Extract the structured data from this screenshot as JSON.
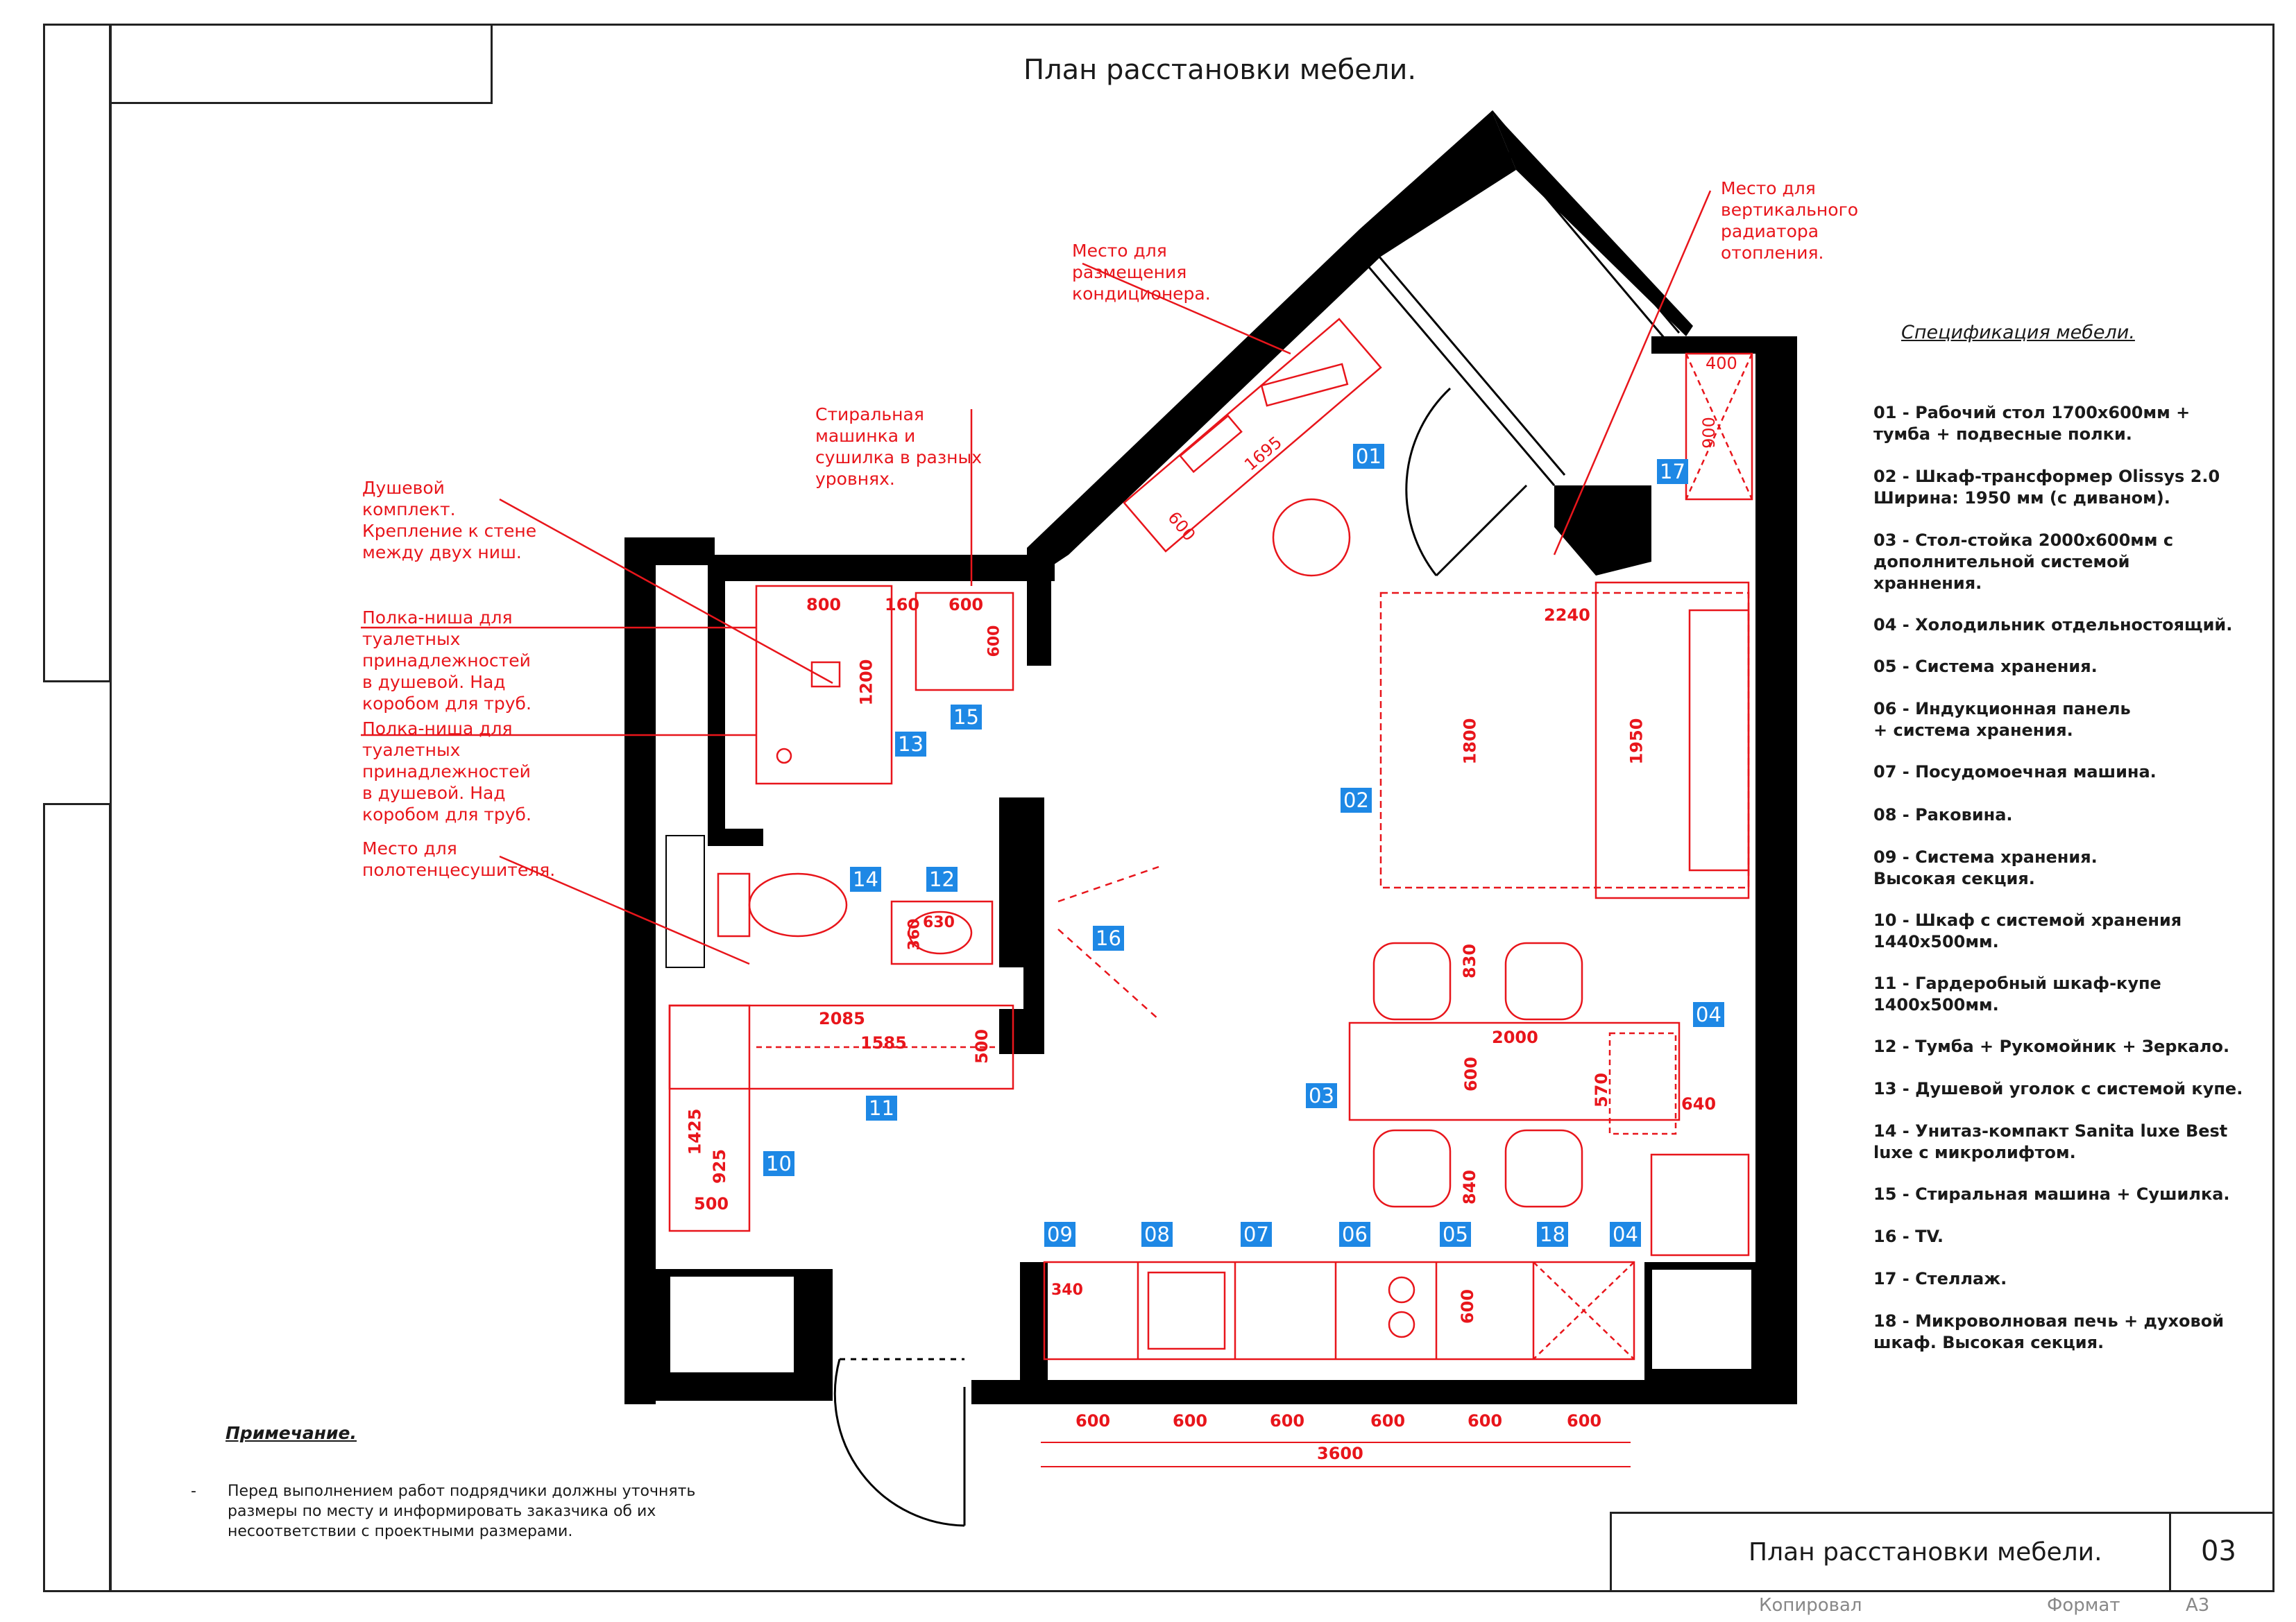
{
  "header": {
    "title": "План расстановки мебели."
  },
  "stamp": {
    "title": "План расстановки мебели.",
    "sheet": "03",
    "copied": "Копировал",
    "format_label": "Формат",
    "format_value": "А3"
  },
  "callouts": [
    {
      "id": "ac",
      "text": [
        "Место для",
        "размещения",
        "кондиционера."
      ]
    },
    {
      "id": "radiator",
      "text": [
        "Место для",
        "вертикального",
        "радиатора",
        "отопления."
      ]
    },
    {
      "id": "washer",
      "text": [
        "Стиральная",
        "машинка и",
        "сушилка в разных",
        "уровнях."
      ]
    },
    {
      "id": "shower",
      "text": [
        "Душевой",
        "комплект.",
        "Крепление к стене",
        "между двух ниш."
      ]
    },
    {
      "id": "shelf1",
      "text": [
        "Полка-ниша для",
        "туалетных",
        "принадлежностей",
        "в душевой. Над",
        "коробом для труб."
      ]
    },
    {
      "id": "shelf2",
      "text": [
        "Полка-ниша для",
        "туалетных",
        "принадлежностей",
        "в душевой. Над",
        "коробом для труб."
      ]
    },
    {
      "id": "towel",
      "text": [
        "Место для",
        "полотенцесушителя."
      ]
    }
  ],
  "spec": {
    "heading": "Спецификация мебели.",
    "items": [
      [
        "01 -  Рабочий стол 1700х600мм +",
        "тумба + подвесные полки."
      ],
      [
        "02 -  Шкаф-трансформер Olissys 2.0",
        "Ширина: 1950 мм  (с диваном)."
      ],
      [
        "03 -  Стол-стойка 2000х600мм с",
        "дополнительной системой",
        "храннения."
      ],
      [
        "04 -  Холодильник отдельностоящий."
      ],
      [
        "05 -  Система хранения."
      ],
      [
        "06 -  Индукционная панель",
        "+ система хранения."
      ],
      [
        "07 -  Посудомоечная машина."
      ],
      [
        "08 -  Раковина."
      ],
      [
        "09 -  Система хранения.",
        "Высокая секция."
      ],
      [
        "10 - Шкаф с системой хранения",
        "1440х500мм."
      ],
      [
        "11 - Гардеробный шкаф-купе",
        "1400х500мм."
      ],
      [
        "12 - Тумба + Рукомойник + Зеркало."
      ],
      [
        "13 - Душевой уголок с системой купе."
      ],
      [
        "14 - Унитаз-компакт Sanita luxe Best",
        "luxe с микролифтом."
      ],
      [
        "15 - Стиральная машина + Сушилка."
      ],
      [
        "16 - TV."
      ],
      [
        "17 - Стеллаж."
      ],
      [
        "18 - Микроволновая печь + духовой",
        "шкаф. Высокая секция."
      ]
    ]
  },
  "note": {
    "title": "Примечание.",
    "bullet": "-",
    "text": [
      "Перед выполнением работ подрядчики должны уточнять",
      "размеры по месту и информировать заказчика об их",
      "несоответствии с проектными размерами."
    ]
  },
  "badges": [
    "01",
    "02",
    "03",
    "04",
    "04",
    "05",
    "06",
    "07",
    "08",
    "09",
    "10",
    "11",
    "12",
    "13",
    "14",
    "15",
    "16",
    "17",
    "18"
  ],
  "dims": {
    "d400": "400",
    "d900": "900",
    "d1695": "1695",
    "d600a": "600",
    "d800": "800",
    "d160": "160",
    "d600b": "600",
    "d600c": "600",
    "d1200": "1200",
    "d2240": "2240",
    "d1800": "1800",
    "d1950": "1950",
    "d830": "830",
    "d2000": "2000",
    "d600d": "600",
    "d570": "570",
    "d640": "640",
    "d840": "840",
    "d2085": "2085",
    "d1585": "1585",
    "d500a": "500",
    "d1425": "1425",
    "d925": "925",
    "d500b": "500",
    "d630": "630",
    "d360": "360",
    "d340": "340",
    "d600e": "600",
    "bottom": [
      "600",
      "600",
      "600",
      "600",
      "600",
      "600"
    ],
    "d3600": "3600"
  },
  "colors": {
    "accent": "#e8151b",
    "badge": "#1e88e5",
    "wall": "#000000"
  }
}
